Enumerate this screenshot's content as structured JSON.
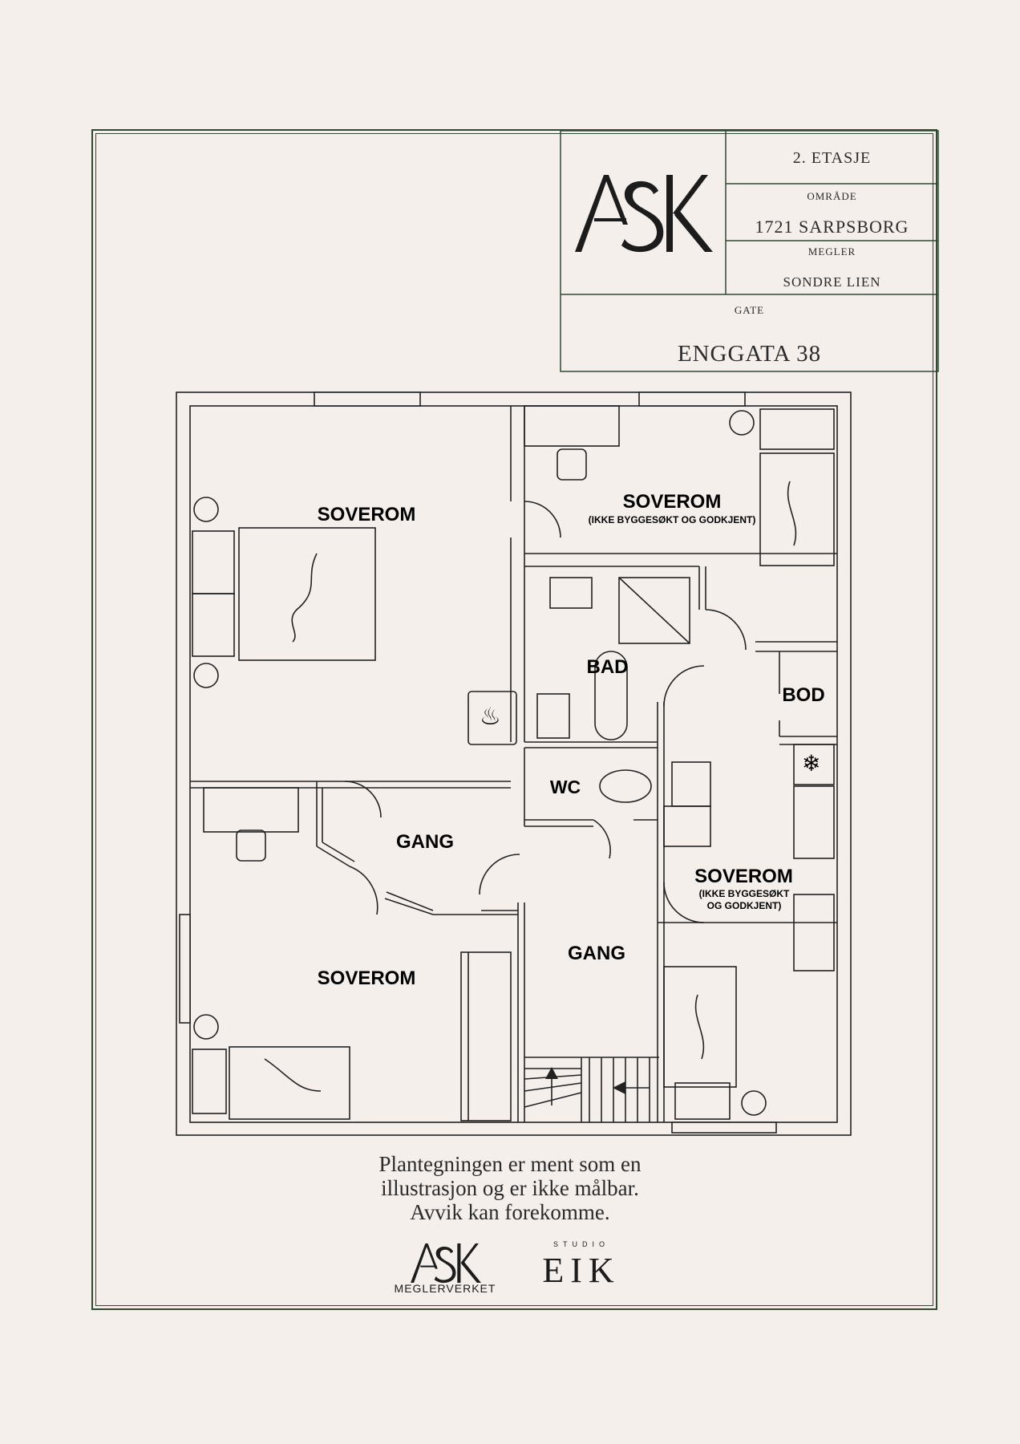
{
  "title_block": {
    "floor": "2. ETASJE",
    "area_label": "OMRÅDE",
    "area_value": "1721 SARPSBORG",
    "broker_label": "MEGLER",
    "broker_value": "SONDRE LIEN",
    "street_label": "GATE",
    "street_value": "ENGGATA 38",
    "logo_text": "ASK"
  },
  "rooms": {
    "bedroom_top_left": "SOVEROM",
    "bedroom_top_right": "SOVEROM",
    "bedroom_top_right_note": "(IKKE BYGGESØKT OG GODKJENT)",
    "bathroom": "BAD",
    "storage": "BOD",
    "wc": "WC",
    "hall_left": "GANG",
    "hall_center": "GANG",
    "bedroom_bottom_left": "SOVEROM",
    "bedroom_bottom_right": "SOVEROM",
    "bedroom_bottom_right_note_1": "(IKKE BYGGESØKT",
    "bedroom_bottom_right_note_2": "OG GODKJENT)"
  },
  "disclaimer": {
    "line1": "Plantegningen er ment som en",
    "line2": "illustrasjon og er ikke målbar.",
    "line3": "Avvik kan forekomme."
  },
  "footer": {
    "ask_logo": "ASK",
    "ask_sub": "MEGLERVERKET",
    "eik_top": "STUDIO",
    "eik_logo": "EIK"
  },
  "colors": {
    "frame": "#2f4a33",
    "background": "#f5efec",
    "lines": "#222222"
  }
}
